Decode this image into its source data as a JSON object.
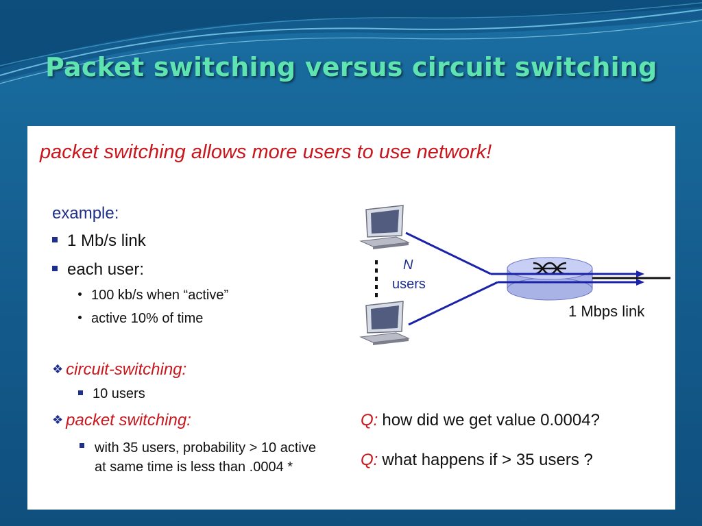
{
  "slide": {
    "title": "Packet switching versus circuit switching"
  },
  "content": {
    "headline": "packet switching allows more users to use network!",
    "example_label": "example:",
    "bullets": [
      "1 Mb/s link",
      "each user:"
    ],
    "sub_bullets": [
      "100 kb/s when “active”",
      "active 10% of time"
    ],
    "circuit_switching": {
      "label": "circuit-switching:",
      "item": "10 users"
    },
    "packet_switching": {
      "label": "packet switching:",
      "item": "with 35 users, probability > 10 active at same time is less than .0004 *"
    }
  },
  "diagram": {
    "n_label": "N",
    "users_label": "users",
    "link_label": "1 Mbps link",
    "line_color": "#1a22a8",
    "router_color": "#b7c0f0"
  },
  "questions": [
    {
      "prefix": "Q:",
      "text": "how did we get value 0.0004?"
    },
    {
      "prefix": "Q:",
      "text": "what happens if > 35 users ?"
    }
  ],
  "colors": {
    "title": "#5fe3b0",
    "accent_red": "#c8161d",
    "navy": "#1e2f8c",
    "background": "#155f90"
  }
}
